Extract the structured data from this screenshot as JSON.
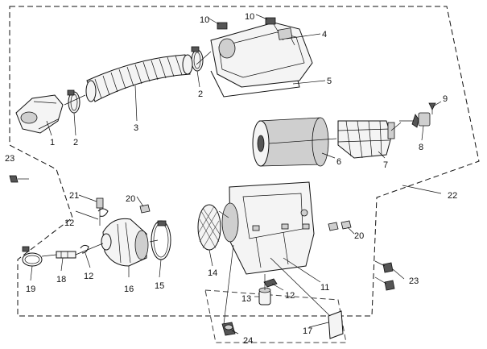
{
  "callouts": {
    "c1": "1",
    "c2a": "2",
    "c2b": "2",
    "c3": "3",
    "c4": "4",
    "c5": "5",
    "c6": "6",
    "c7": "7",
    "c8": "8",
    "c9": "9",
    "c10a": "10",
    "c10b": "10",
    "c11": "11",
    "c12a": "12",
    "c12b": "12",
    "c12c": "12",
    "c13": "13",
    "c14": "14",
    "c15": "15",
    "c16": "16",
    "c17": "17",
    "c18": "18",
    "c19": "19",
    "c20a": "20",
    "c20b": "20",
    "c21": "21",
    "c22": "22",
    "c23a": "23",
    "c23b": "23",
    "c24": "24"
  }
}
